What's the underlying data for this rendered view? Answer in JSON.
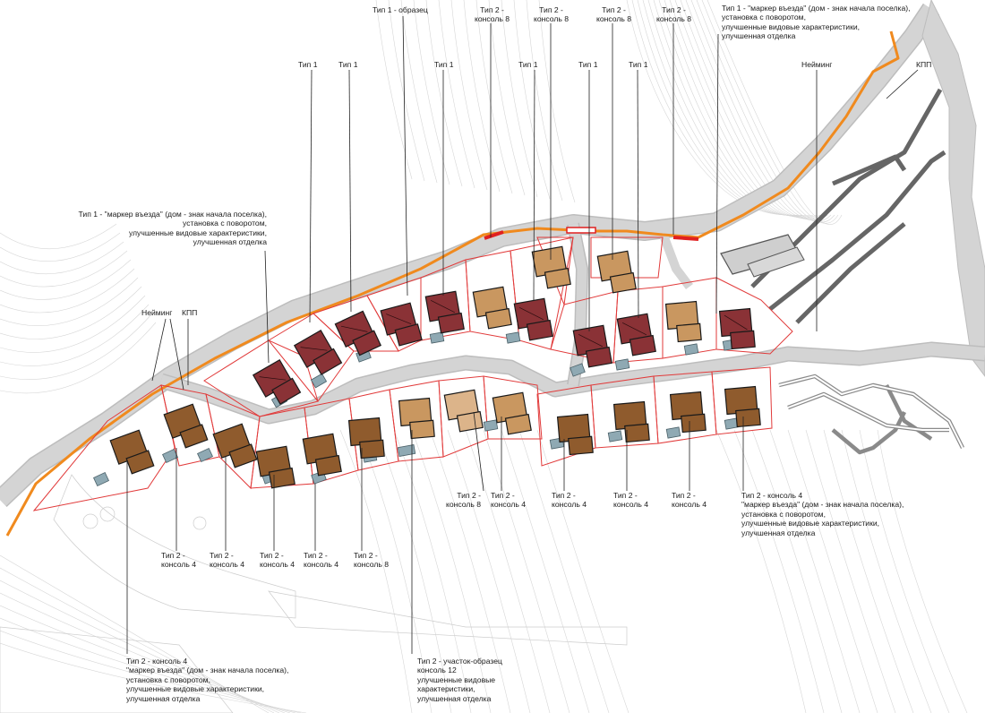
{
  "colors": {
    "road": "#d4d4d4",
    "road_edge": "#bdbdbd",
    "access_road": "#f08a1e",
    "gate": "#e02020",
    "plot_line": "#e13a3a",
    "type1_house": "#8a3236",
    "type2_house": "#8f5b2d",
    "sample_house": "#c99760",
    "sample_house_light": "#dcb48a",
    "garage": "#8fa9b3",
    "terrain": "#cfcfcf",
    "leader": "#222222"
  },
  "labels": {
    "t1_sample": "Тип 1 - образец",
    "t2_k8_a": "Тип 2 -\nконсоль 8",
    "t2_k8_b": "Тип 2 -\nконсоль 8",
    "t2_k8_c": "Тип 2 -\nконсоль 8",
    "t2_k8_d": "Тип 2 -\nконсоль 8",
    "t1_marker_ne": "Тип 1 - \"маркер въезда\" (дом - знак начала поселка),\nустановка с поворотом,\nулучшенные видовые характеристики,\nулучшенная отделка",
    "t1_a": "Тип 1",
    "t1_b": "Тип 1",
    "t1_c": "Тип 1",
    "t1_d": "Тип 1",
    "t1_e": "Тип 1",
    "t1_f": "Тип 1",
    "naming_ne": "Нейминг",
    "kpp_ne": "КПП",
    "t1_marker_w": "Тип 1 - \"маркер въезда\" (дом - знак начала поселка),\nустановка с поворотом,\nулучшенные видовые характеристики,\nулучшенная отделка",
    "naming_w": "Нейминг",
    "kpp_w": "КПП",
    "s_k8_1": "Тип 2 -\nконсоль 8",
    "s_k4_1": "Тип 2 -\nконсоль 4",
    "s_k4_2": "Тип 2 -\nконсоль 4",
    "s_k4_3": "Тип 2 -\nконсоль 4",
    "s_k4_4": "Тип 2 -\nконсоль 4",
    "t2_marker_e": "Тип 2 - консоль 4\n\"маркер въезда\" (дом - знак начала поселка),\nустановка с поворотом,\nулучшенные видовые характеристики,\nулучшенная отделка",
    "w_k4_1": "Тип 2 -\nконсоль 4",
    "w_k4_2": "Тип 2 -\nконсоль 4",
    "w_k4_3": "Тип 2 -\nконсоль 4",
    "w_k4_4": "Тип 2 -\nконсоль 4",
    "w_k8_1": "Тип 2 -\nконсоль 8",
    "t2_marker_sw": "Тип 2 - консоль 4\n\"маркер въезда\" (дом - знак начала поселка),\nустановка с поворотом,\nулучшенные видовые характеристики,\nулучшенная отделка",
    "t2_sample_plot": "Тип 2 - участок-образец\nконсоль 12\nулучшенные видовые\nхарактеристики,\nулучшенная отделка"
  },
  "houses": [
    {
      "type": "type1",
      "color": "#8a3236"
    },
    {
      "type": "type1",
      "color": "#8a3236"
    },
    {
      "type": "type1",
      "color": "#8a3236"
    },
    {
      "type": "type1",
      "color": "#8a3236"
    },
    {
      "type": "type1",
      "color": "#8a3236"
    },
    {
      "type": "type1-sample",
      "color": "#c99760"
    },
    {
      "type": "type1",
      "color": "#8a3236"
    },
    {
      "type": "type2-konsol-8",
      "color": "#c99760"
    },
    {
      "type": "type2-konsol-8",
      "color": "#c99760"
    },
    {
      "type": "type1",
      "color": "#8a3236"
    },
    {
      "type": "type1",
      "color": "#8a3236"
    },
    {
      "type": "type2-konsol-8",
      "color": "#c99760"
    },
    {
      "type": "type1-marker",
      "color": "#8a3236"
    },
    {
      "type": "type2-konsol-4-marker",
      "color": "#8f5b2d"
    },
    {
      "type": "type2-konsol-4",
      "color": "#8f5b2d"
    },
    {
      "type": "type2-konsol-4",
      "color": "#8f5b2d"
    },
    {
      "type": "type2-konsol-4",
      "color": "#8f5b2d"
    },
    {
      "type": "type2-konsol-4",
      "color": "#8f5b2d"
    },
    {
      "type": "type2-konsol-4",
      "color": "#8f5b2d"
    },
    {
      "type": "type2-konsol-8",
      "color": "#c99760"
    },
    {
      "type": "type2-sample-konsol-12",
      "color": "#dcb48a"
    },
    {
      "type": "type2-konsol-8",
      "color": "#c99760"
    },
    {
      "type": "type2-konsol-4",
      "color": "#8f5b2d"
    },
    {
      "type": "type2-konsol-4",
      "color": "#8f5b2d"
    },
    {
      "type": "type2-konsol-4",
      "color": "#8f5b2d"
    },
    {
      "type": "type2-konsol-4",
      "color": "#8f5b2d"
    },
    {
      "type": "type2-konsol-4-marker",
      "color": "#8f5b2d"
    }
  ]
}
